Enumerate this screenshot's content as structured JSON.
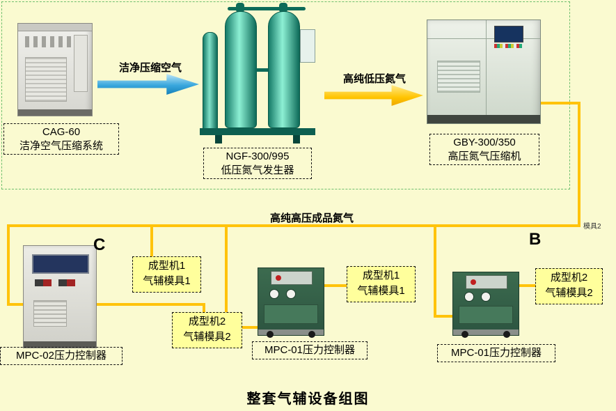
{
  "page": {
    "title": "整套气辅设备组图"
  },
  "flow": {
    "compressed_air_arrow_label": "洁净压缩空气",
    "low_pressure_n2_arrow_label": "高纯低压氮气",
    "product_n2_line_label": "高纯高压成品氮气",
    "corner_note": "模具2",
    "tag_c": "C",
    "tag_b": "B"
  },
  "machines": {
    "cag60": {
      "name_line1": "CAG-60",
      "name_line2": "洁净空气压缩系统"
    },
    "ngf": {
      "name_line1": "NGF-300/995",
      "name_line2": "低压氮气发生器"
    },
    "gby": {
      "name_line1": "GBY-300/350",
      "name_line2": "高压氮气压缩机"
    },
    "mpc02": {
      "label": "MPC-02压力控制器"
    },
    "mpc01_middle": {
      "label": "MPC-01压力控制器"
    },
    "mpc01_right": {
      "label": "MPC-01压力控制器"
    }
  },
  "mold_boxes": [
    {
      "line1": "成型机1",
      "line2": "气辅模具1"
    },
    {
      "line1": "成型机2",
      "line2": "气辅模具2"
    },
    {
      "line1": "成型机1",
      "line2": "气辅模具1"
    },
    {
      "line1": "成型机2",
      "line2": "气辅模具2"
    }
  ]
}
